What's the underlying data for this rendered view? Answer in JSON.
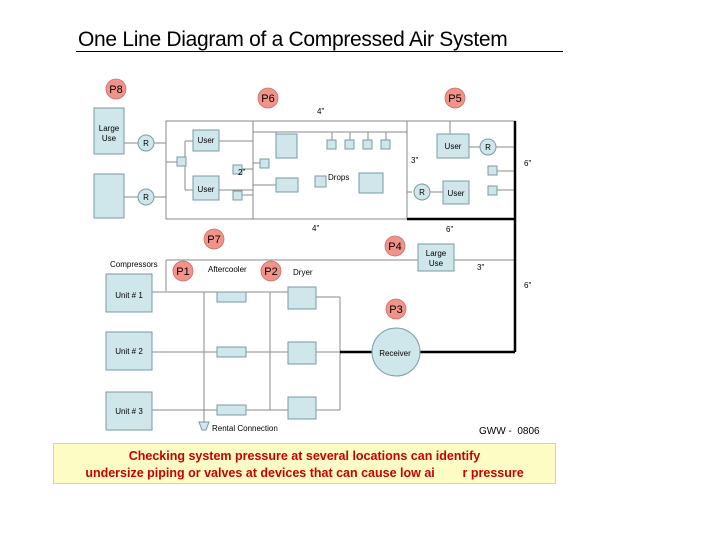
{
  "title": "One Line Diagram of a Compressed Air System",
  "pressure_points": [
    "P8",
    "P6",
    "P5",
    "P7",
    "P4",
    "P1",
    "P2",
    "P3"
  ],
  "labels": {
    "large_use": "Large\nUse",
    "regulator": "R",
    "user": "User",
    "drops": "Drops",
    "pipe_4in": "4\"",
    "pipe_2in": "2\"",
    "pipe_3in": "3\"",
    "pipe_6in": "6\"",
    "compressors": "Compressors",
    "aftercooler": "Aftercooler",
    "dryer": "Dryer",
    "unit1": "Unit # 1",
    "unit2": "Unit # 2",
    "unit3": "Unit # 3",
    "receiver": "Receiver",
    "rental_connection": "Rental Connection"
  },
  "credit": "GWW -  0806",
  "note": {
    "line1": "Checking system pressure at several locations can identify",
    "line2": "undersize piping or valves at devices that can cause low ai        r pressure"
  },
  "colors": {
    "component_fill": "#cfe6ea",
    "pressure_point_fill": "#f2938a",
    "note_text": "#cc0000",
    "note_bg": "#fcfcc4"
  }
}
